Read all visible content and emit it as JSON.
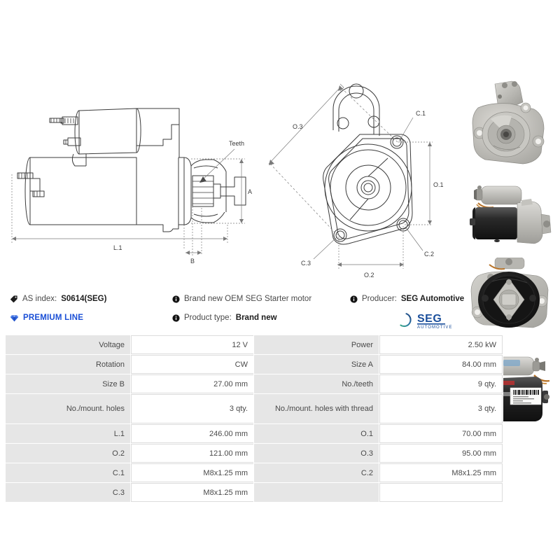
{
  "info": {
    "as_index_label": "AS index:",
    "as_index_value": "S0614(SEG)",
    "premium_line": "PREMIUM LINE",
    "brand_new_note": "Brand new OEM SEG Starter motor",
    "product_type_label": "Product type:",
    "product_type_value": "Brand new",
    "producer_label": "Producer:",
    "producer_value": "SEG Automotive",
    "icons": {
      "tag": "tag-icon",
      "diamond": "diamond-icon",
      "info": "info-icon"
    }
  },
  "brand_logo": {
    "name": "SEG",
    "sub": "AUTOMOTIVE",
    "arc_color_green": "#3aa88a",
    "arc_color_blue": "#1b3c7a",
    "text_color": "#1b4f9c"
  },
  "drawings": {
    "side_view": {
      "title": "starter-motor-side-view",
      "labels": {
        "teeth": "Teeth",
        "a": "A",
        "l1": "L.1",
        "b": "B"
      }
    },
    "front_view": {
      "title": "starter-motor-mounting-flange-view",
      "labels": {
        "o1": "O.1",
        "o2": "O.2",
        "o3": "O.3",
        "c1": "C.1",
        "c2": "C.2",
        "c3": "C.3"
      }
    }
  },
  "photos": [
    {
      "name": "photo-drive-end-front",
      "alt": "starter motor drive end front view"
    },
    {
      "name": "photo-side-profile",
      "alt": "starter motor side profile"
    },
    {
      "name": "photo-commutator-end",
      "alt": "starter motor commutator end view"
    },
    {
      "name": "photo-side-label",
      "alt": "starter motor side view with label"
    }
  ],
  "spec_table": {
    "rows": [
      {
        "label_left": "Voltage",
        "value_left": "12 V",
        "label_right": "Power",
        "value_right": "2.50 kW",
        "tall": false
      },
      {
        "label_left": "Rotation",
        "value_left": "CW",
        "label_right": "Size A",
        "value_right": "84.00 mm",
        "tall": false
      },
      {
        "label_left": "Size B",
        "value_left": "27.00 mm",
        "label_right": "No./teeth",
        "value_right": "9 qty.",
        "tall": false
      },
      {
        "label_left": "No./mount. holes",
        "value_left": "3 qty.",
        "label_right": "No./mount. holes with thread",
        "value_right": "3 qty.",
        "tall": true
      },
      {
        "label_left": "L.1",
        "value_left": "246.00 mm",
        "label_right": "O.1",
        "value_right": "70.00 mm",
        "tall": false
      },
      {
        "label_left": "O.2",
        "value_left": "121.00 mm",
        "label_right": "O.3",
        "value_right": "95.00 mm",
        "tall": false
      },
      {
        "label_left": "C.1",
        "value_left": "M8x1.25 mm",
        "label_right": "C.2",
        "value_right": "M8x1.25 mm",
        "tall": false
      },
      {
        "label_left": "C.3",
        "value_left": "M8x1.25 mm",
        "label_right": "",
        "value_right": "",
        "tall": false
      }
    ]
  }
}
